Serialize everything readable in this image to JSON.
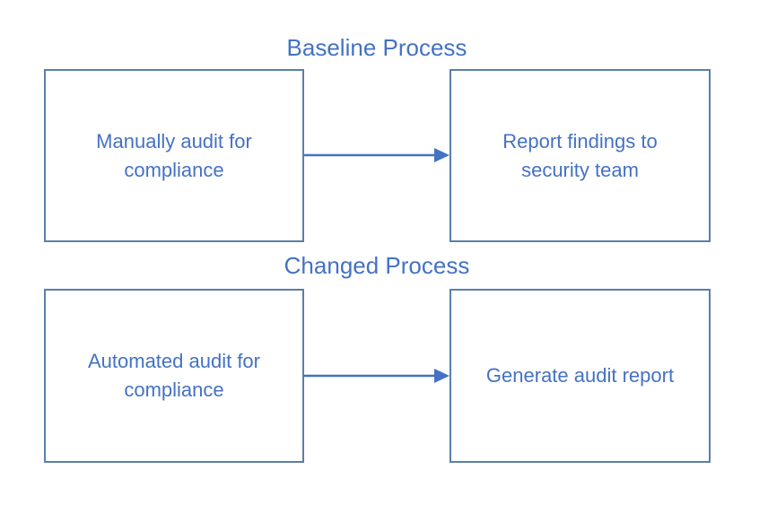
{
  "diagram": {
    "baseline": {
      "title": "Baseline Process",
      "step1": "Manually audit for\ncompliance",
      "step2": "Report findings to\nsecurity team"
    },
    "changed": {
      "title": "Changed Process",
      "step1": "Automated audit for\ncompliance",
      "step2": "Generate audit report"
    },
    "colors": {
      "text": "#4472c4",
      "box_border": "#5b7fa8",
      "arrow": "#4472c4"
    }
  }
}
